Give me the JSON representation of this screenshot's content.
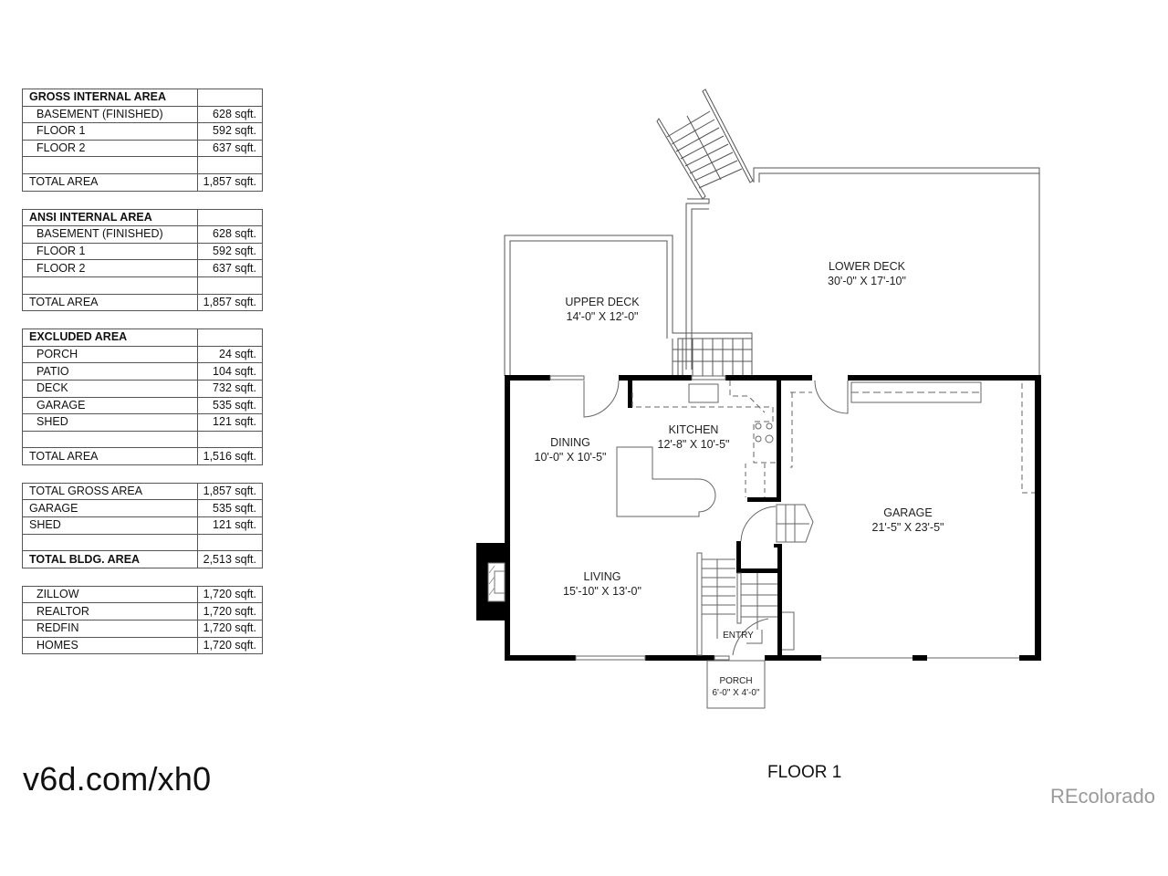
{
  "tables": [
    {
      "title": "GROSS INTERNAL AREA",
      "rows": [
        {
          "label": "BASEMENT (FINISHED)",
          "value": "628 sqft."
        },
        {
          "label": "FLOOR 1",
          "value": "592 sqft."
        },
        {
          "label": "FLOOR 2",
          "value": "637 sqft."
        }
      ],
      "total_label": "TOTAL AREA",
      "total_value": "1,857 sqft."
    },
    {
      "title": "ANSI INTERNAL AREA",
      "rows": [
        {
          "label": "BASEMENT (FINISHED)",
          "value": "628 sqft."
        },
        {
          "label": "FLOOR 1",
          "value": "592 sqft."
        },
        {
          "label": "FLOOR 2",
          "value": "637 sqft."
        }
      ],
      "total_label": "TOTAL AREA",
      "total_value": "1,857 sqft."
    },
    {
      "title": "EXCLUDED AREA",
      "rows": [
        {
          "label": "PORCH",
          "value": "24 sqft."
        },
        {
          "label": "PATIO",
          "value": "104 sqft."
        },
        {
          "label": "DECK",
          "value": "732 sqft."
        },
        {
          "label": "GARAGE",
          "value": "535 sqft."
        },
        {
          "label": "SHED",
          "value": "121 sqft."
        }
      ],
      "total_label": "TOTAL AREA",
      "total_value": "1,516 sqft."
    }
  ],
  "summary": {
    "rows": [
      {
        "label": "TOTAL GROSS AREA",
        "value": "1,857 sqft."
      },
      {
        "label": "GARAGE",
        "value": "535 sqft."
      },
      {
        "label": "SHED",
        "value": "121 sqft."
      }
    ],
    "total_label": "TOTAL BLDG. AREA",
    "total_value": "2,513 sqft."
  },
  "listings": [
    {
      "label": "ZILLOW",
      "value": "1,720 sqft."
    },
    {
      "label": "REALTOR",
      "value": "1,720 sqft."
    },
    {
      "label": "REDFIN",
      "value": "1,720 sqft."
    },
    {
      "label": "HOMES",
      "value": "1,720 sqft."
    }
  ],
  "rooms": {
    "upper_deck": {
      "name": "UPPER DECK",
      "dims": "14'-0\" X 12'-0\""
    },
    "lower_deck": {
      "name": "LOWER DECK",
      "dims": "30'-0\" X 17'-10\""
    },
    "dining": {
      "name": "DINING",
      "dims": "10'-0\" X 10'-5\""
    },
    "kitchen": {
      "name": "KITCHEN",
      "dims": "12'-8\" X 10'-5\""
    },
    "garage": {
      "name": "GARAGE",
      "dims": "21'-5\" X 23'-5\""
    },
    "living": {
      "name": "LIVING",
      "dims": "15'-10\" X 13'-0\""
    },
    "entry": {
      "name": "ENTRY"
    },
    "porch": {
      "name": "PORCH",
      "dims": "6'-0\" X 4'-0\""
    }
  },
  "floor_label": "FLOOR 1",
  "url": "v6d.com/xh0",
  "watermark": "REcolorado",
  "colors": {
    "wall": "#000000",
    "line": "#555555",
    "watermark": "#9a9a9a"
  }
}
